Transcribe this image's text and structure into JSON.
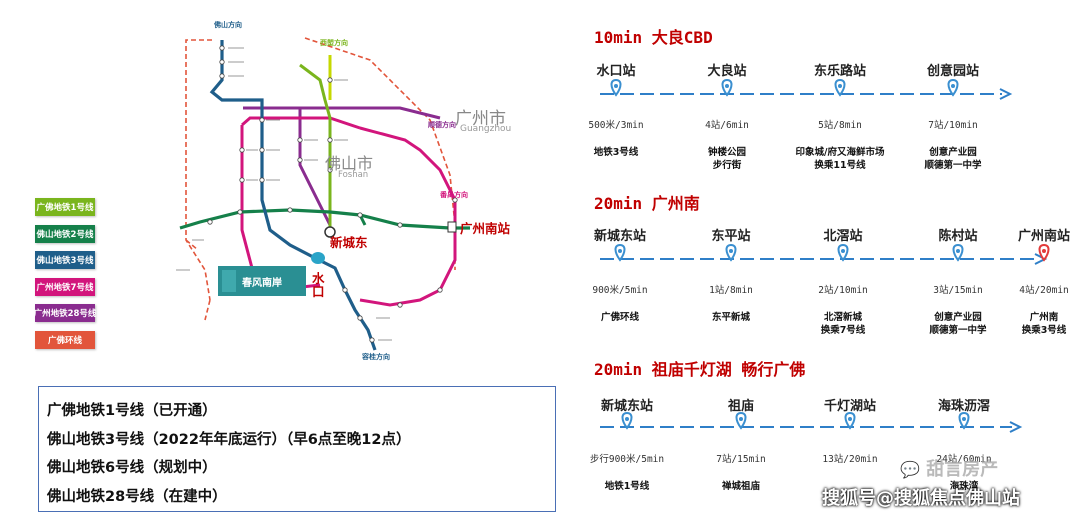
{
  "map": {
    "labels": {
      "foshan_dir": "佛山方向",
      "xiyuan_dir": "西塱方向",
      "guangzhou_city": "广州市",
      "guangzhou_en": "Guangzhou",
      "foshan_city": "佛山市",
      "foshan_en": "Foshan",
      "xinchengdong": "新城东",
      "shuikou": "水口",
      "guangzhounan": "广州南站",
      "panyu_dir": "番禺方向",
      "ronggui_dir": "容桂方向",
      "beijiao_dir": "顺德方向",
      "project_name": "春风南岸"
    }
  },
  "legend": [
    {
      "label": "广佛地铁1号线",
      "color": "#7ab51d"
    },
    {
      "label": "佛山地铁2号线",
      "color": "#15804a"
    },
    {
      "label": "佛山地铁3号线",
      "color": "#1f5e8a"
    },
    {
      "label": "广州地铁7号线",
      "color": "#d2157c"
    },
    {
      "label": "广州地铁28号线",
      "color": "#8a2c8f"
    },
    {
      "label": "广佛环线",
      "color": "#e2553b"
    }
  ],
  "info_box": {
    "lines": [
      "广佛地铁1号线（已开通）",
      "佛山地铁3号线（2022年年底运行）（早6点至晚12点）",
      "佛山地铁6号线（规划中）",
      "佛山地铁28号线（在建中）"
    ]
  },
  "routes": [
    {
      "title": "10min 大良CBD",
      "stations": [
        {
          "name": "水口站",
          "dist": "500米/3min",
          "note": [
            "地铁3号线"
          ]
        },
        {
          "name": "大良站",
          "dist": "4站/6min",
          "note": [
            "钟楼公园",
            "步行街"
          ]
        },
        {
          "name": "东乐路站",
          "dist": "5站/8min",
          "note": [
            "印象城/府又海鲜市场",
            "换乘11号线"
          ]
        },
        {
          "name": "创意园站",
          "dist": "7站/10min",
          "note": [
            "创意产业园",
            "顺德第一中学"
          ]
        }
      ]
    },
    {
      "title": "20min 广州南",
      "stations": [
        {
          "name": "新城东站",
          "dist": "900米/5min",
          "note": [
            "广佛环线"
          ]
        },
        {
          "name": "东平站",
          "dist": "1站/8min",
          "note": [
            "东平新城"
          ]
        },
        {
          "name": "北滘站",
          "dist": "2站/10min",
          "note": [
            "北滘新城",
            "换乘7号线"
          ]
        },
        {
          "name": "陈村站",
          "dist": "3站/15min",
          "note": [
            "创意产业园",
            "顺德第一中学"
          ]
        },
        {
          "name": "广州南站",
          "dist": "4站/20min",
          "note": [
            "广州南",
            "换乘3号线"
          ]
        }
      ]
    },
    {
      "title": "20min 祖庙千灯湖 畅行广佛",
      "stations": [
        {
          "name": "新城东站",
          "dist": "步行900米/5min",
          "note": [
            "地铁1号线"
          ]
        },
        {
          "name": "祖庙",
          "dist": "7站/15min",
          "note": [
            "禅城祖庙"
          ]
        },
        {
          "name": "千灯湖站",
          "dist": "13站/20min",
          "note": [
            ""
          ]
        },
        {
          "name": "海珠沥滘",
          "dist": "24站/60min",
          "note": [
            "海珠湾"
          ]
        }
      ]
    }
  ],
  "watermark": {
    "wechat": "甜言房产",
    "sohu": "搜狐号@搜狐焦点佛山站"
  },
  "colors": {
    "accent_red": "#c00000",
    "route_line": "#2f7fc8",
    "pin": "#3a8fd0"
  }
}
